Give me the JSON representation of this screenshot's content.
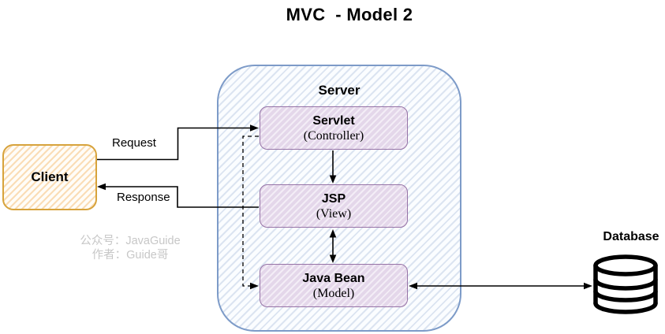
{
  "title": "MVC  - Model 2",
  "client": {
    "label": "Client"
  },
  "server": {
    "label": "Server",
    "components": [
      {
        "name": "Servlet",
        "role": "(Controller)"
      },
      {
        "name": "JSP",
        "role": "(View)"
      },
      {
        "name": "Java Bean",
        "role": "(Model)"
      }
    ]
  },
  "database": {
    "label": "Database",
    "icon": "database-cylinder-icon"
  },
  "edges": {
    "request_label": "Request",
    "response_label": "Response",
    "flows": [
      "Client -> Servlet (Request)",
      "JSP -> Client (Response)",
      "Servlet -> Java Bean (dashed)",
      "Servlet -> JSP",
      "JSP <-> Java Bean",
      "Java Bean <-> Database"
    ]
  },
  "watermark": {
    "line1": "公众号：JavaGuide",
    "line2": "作者：Guide哥"
  },
  "colors": {
    "client_border": "#d7a33c",
    "client_fill": "#fdf0dd",
    "server_border": "#7d9bc8",
    "server_fill": "#e9f0fa",
    "node_border": "#9673a6",
    "node_fill": "#e4d7ea",
    "arrow": "#000000",
    "watermark": "#c7c7c7"
  }
}
